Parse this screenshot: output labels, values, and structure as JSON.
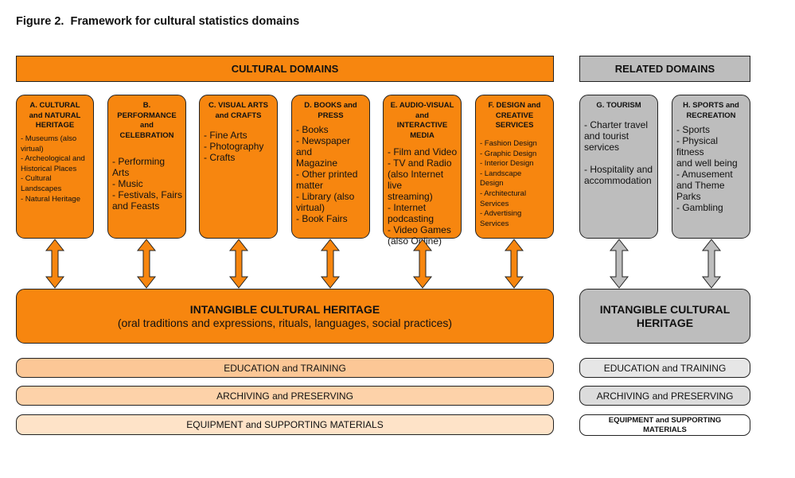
{
  "figure_title": "Figure 2.  Framework for cultural statistics domains",
  "cultural_header": "CULTURAL DOMAINS",
  "related_header": "RELATED DOMAINS",
  "cultural_domains": [
    {
      "title": "A. CULTURAL\nand NATURAL\nHERITAGE",
      "items": "- Museums (also\nvirtual)\n- Archeological and\nHistorical Places\n- Cultural\nLandscapes\n- Natural Heritage"
    },
    {
      "title": "B.\nPERFORMANCE\nand\nCELEBRATION",
      "items": "- Performing Arts\n- Music\n- Festivals, Fairs\nand Feasts"
    },
    {
      "title": "C. VISUAL ARTS\nand CRAFTS",
      "items": "- Fine Arts\n- Photography\n- Crafts"
    },
    {
      "title": "D. BOOKS and\nPRESS",
      "items": "- Books\n- Newspaper and\nMagazine\n- Other printed\nmatter\n- Library (also\nvirtual)\n- Book Fairs"
    },
    {
      "title": "E. AUDIO-VISUAL\nand\nINTERACTIVE\nMEDIA",
      "items": "- Film and Video\n- TV and Radio\n(also Internet live\nstreaming)\n- Internet\npodcasting\n- Video Games\n(also Online)"
    },
    {
      "title": "F. DESIGN and\nCREATIVE\nSERVICES",
      "items": "- Fashion Design\n- Graphic Design\n- Interior Design\n- Landscape\nDesign\n- Architectural\nServices\n- Advertising\nServices"
    }
  ],
  "related_domains": [
    {
      "title": "G. TOURISM",
      "items": " - Charter travel\nand tourist\nservices\n\n- Hospitality and\naccommodation"
    },
    {
      "title": "H. SPORTS and\nRECREATION",
      "items": "- Sports\n- Physical fitness\nand well being\n- Amusement\nand Theme\nParks\n- Gambling"
    }
  ],
  "intangible": {
    "title": "INTANGIBLE CULTURAL HERITAGE",
    "subtitle": "(oral traditions and expressions, rituals, languages, social practices)",
    "related_title": "INTANGIBLE CULTURAL\nHERITAGE"
  },
  "transversal": {
    "education": "EDUCATION and TRAINING",
    "archiving": "ARCHIVING and PRESERVING",
    "equipment": "EQUIPMENT and SUPPORTING MATERIALS",
    "related_education": "EDUCATION and TRAINING",
    "related_archiving": "ARCHIVING and PRESERVING",
    "related_equipment": "EQUIPMENT and SUPPORTING\nMATERIALS"
  },
  "colors": {
    "cultural": "#f7860f",
    "related": "#bdbdbd",
    "education_bar": "#fcc796",
    "archiving_bar": "#fdd2a9",
    "equipment_bar": "#fee3c8"
  }
}
